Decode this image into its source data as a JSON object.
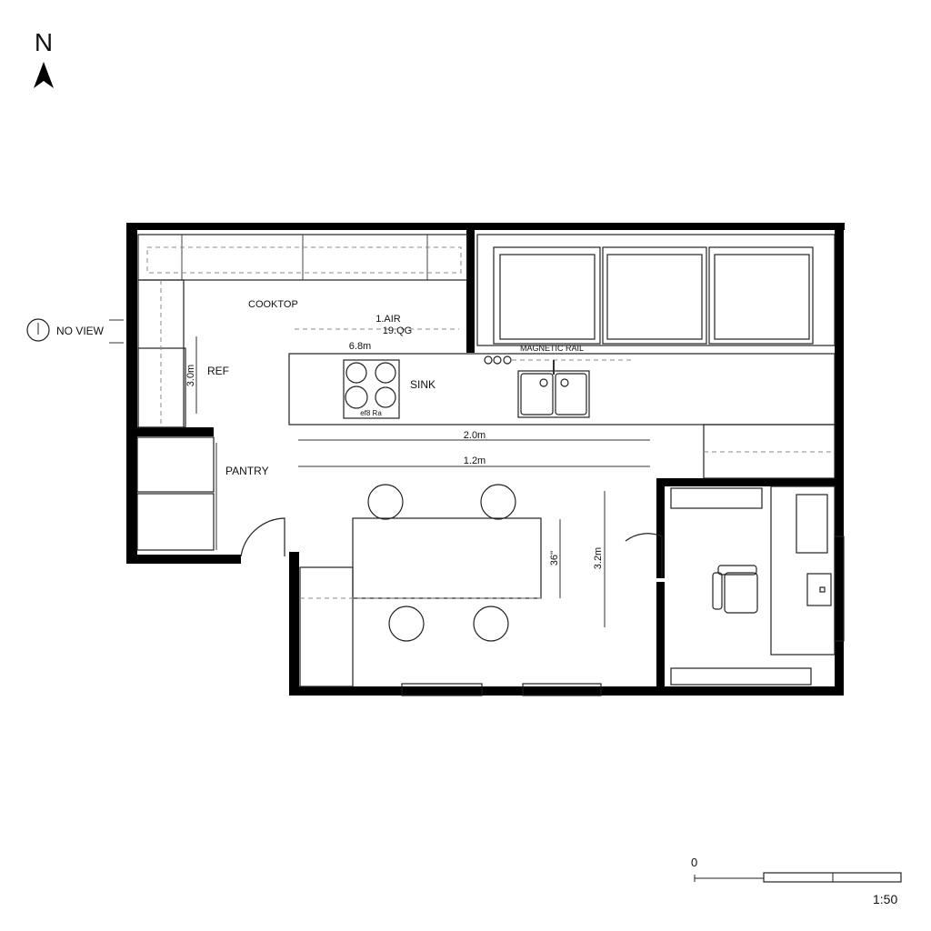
{
  "north": {
    "label": "N"
  },
  "view_marker": {
    "label": "NO VIEW"
  },
  "labels": {
    "cooktop": "COOKTOP",
    "sink": "SINK",
    "ref": "REF",
    "pantry": "PANTRY",
    "magnetic_rail": "MAGNETIC RAIL",
    "cooktop_caption": "ef8 Ra"
  },
  "dimensions": {
    "top_1": "1.AIR",
    "top_2": "19.QG",
    "cooktop_width": "6.8m",
    "ref_height": "3.0m",
    "counter_length": "2.0m",
    "aisle_length": "1.2m",
    "table_depth": "36''",
    "dining_depth": "3.2m"
  },
  "scale_bar": {
    "start": "0",
    "ratio": "1:50"
  }
}
